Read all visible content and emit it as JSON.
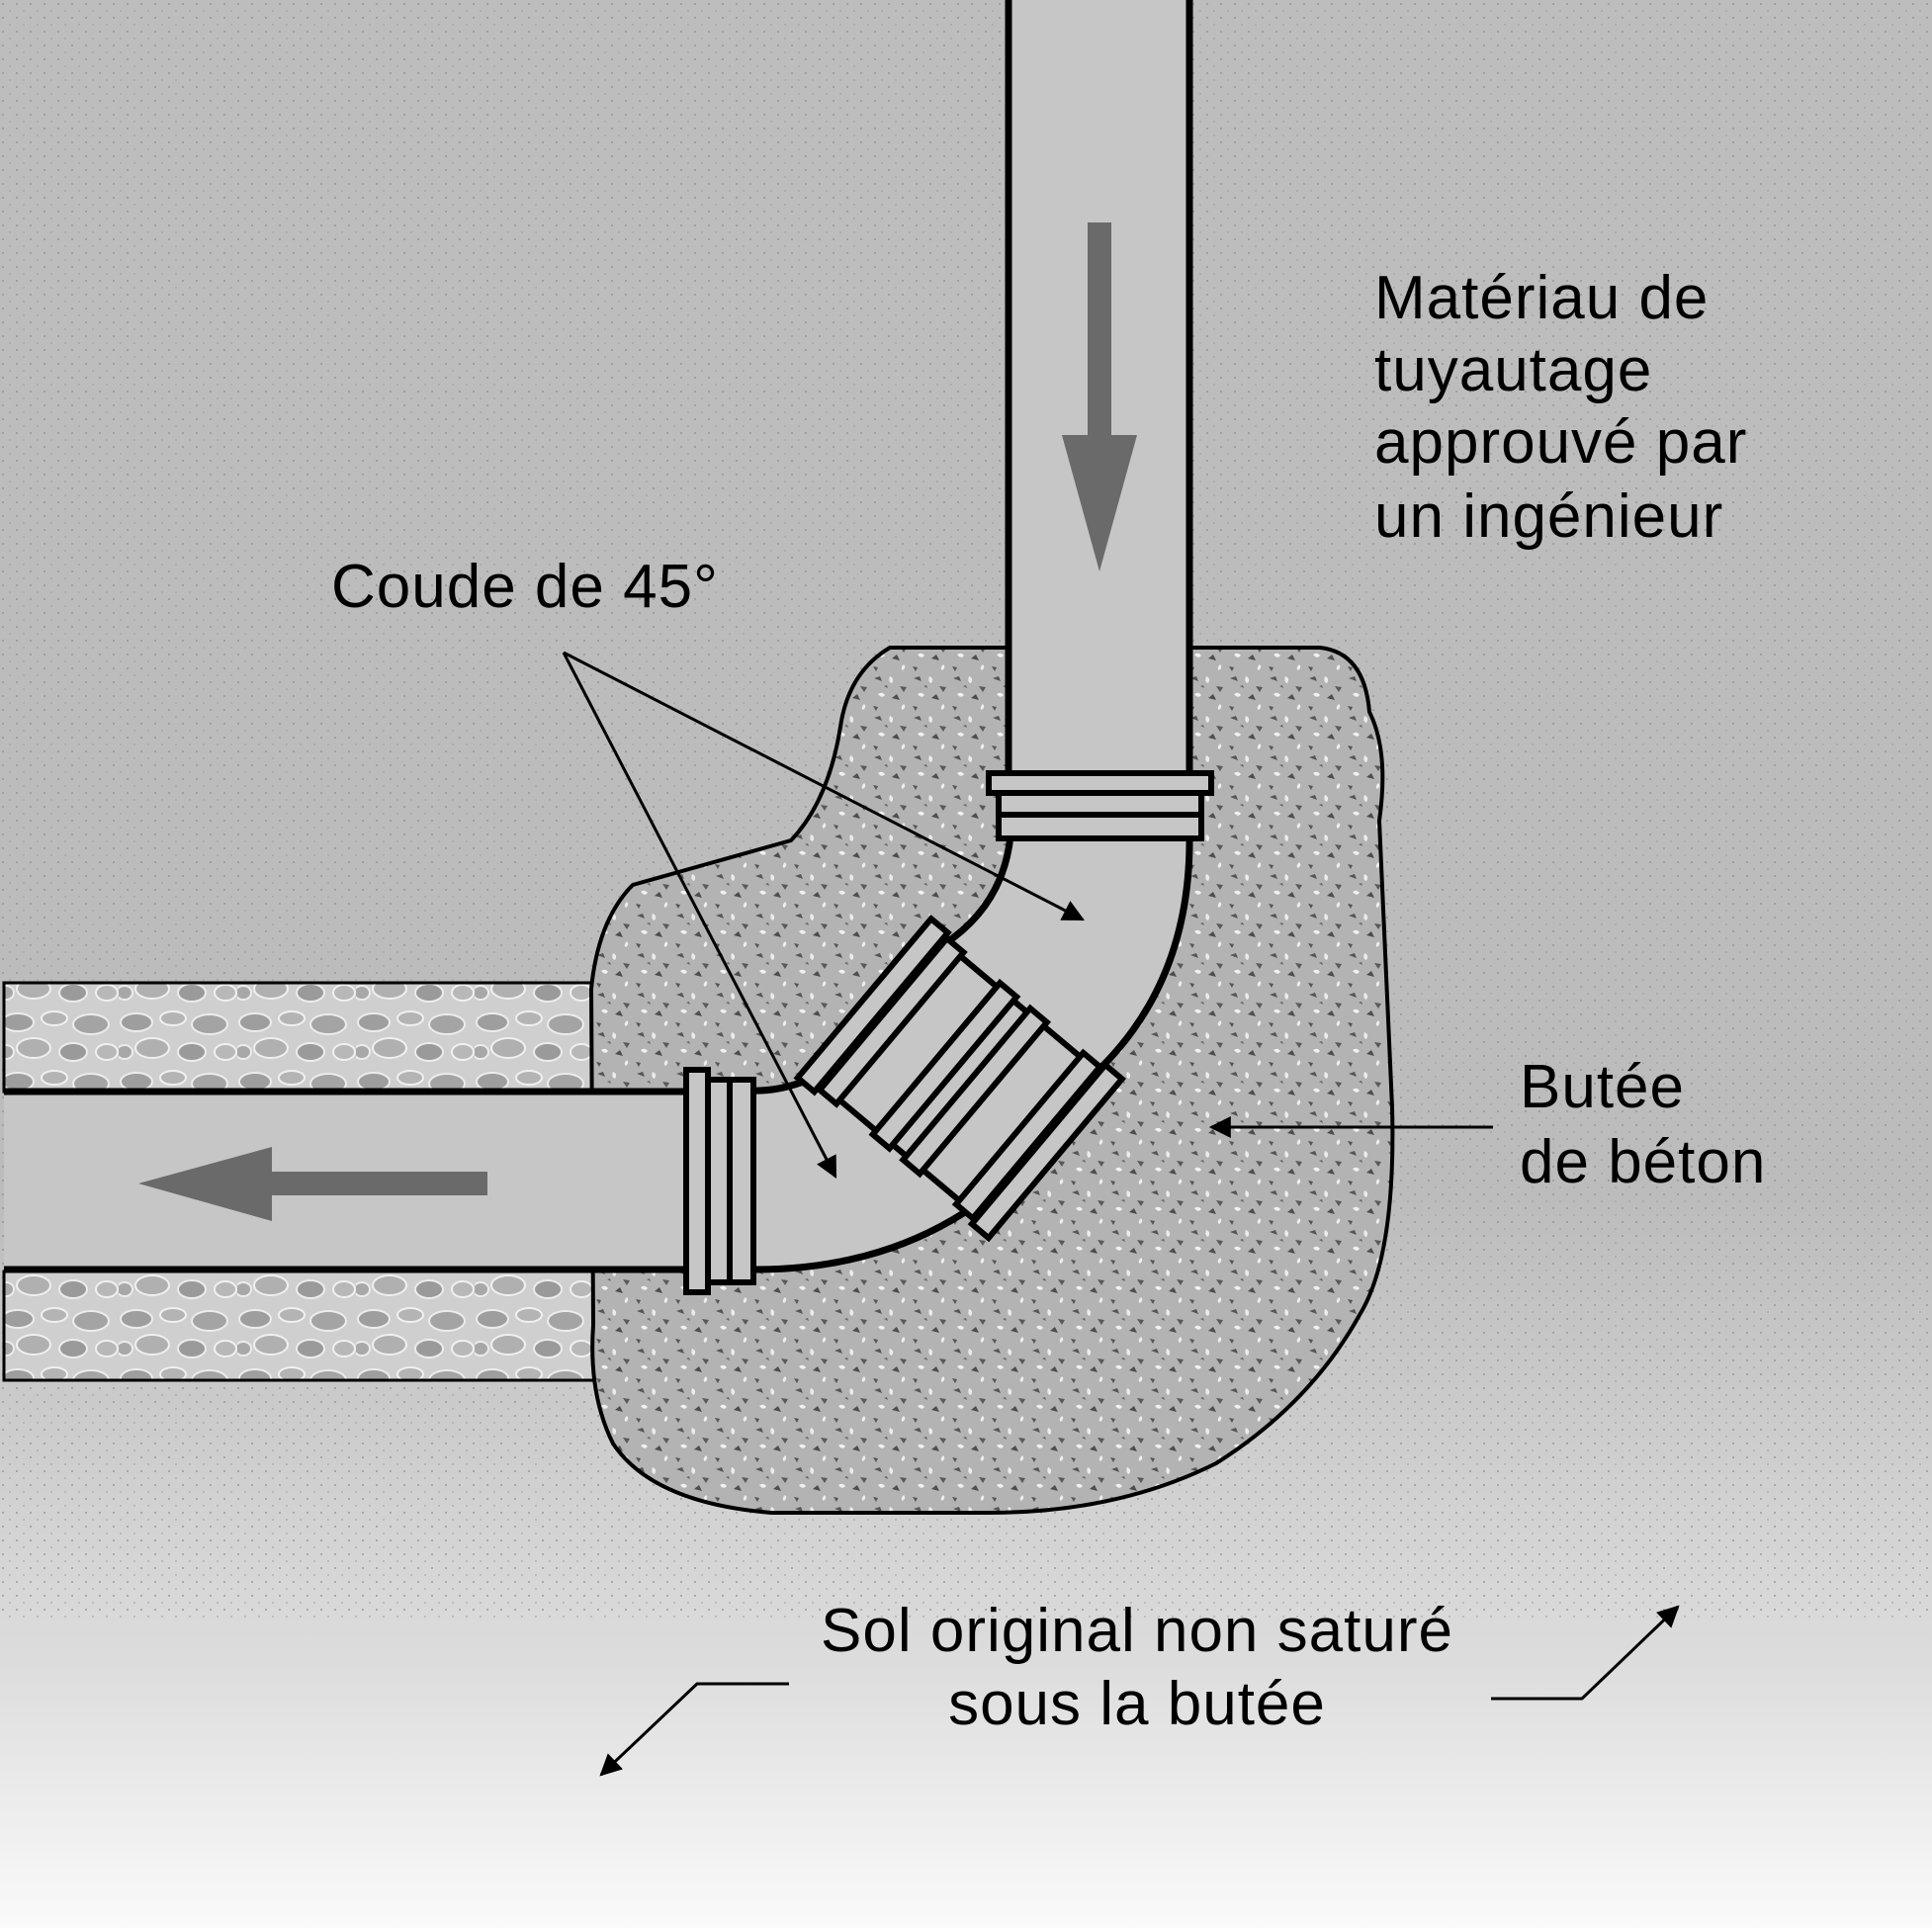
{
  "labels": {
    "pipe_material": [
      "Matériau de",
      "tuyautage",
      "approuvé par",
      "un ingénieur"
    ],
    "elbow": "Coude de 45°",
    "thrust_block": [
      "Butée",
      "de béton"
    ],
    "soil": [
      "Sol original non saturé",
      "sous la butée"
    ]
  },
  "colors": {
    "soil": "#bdbdbd",
    "soil_light": "#f4f4f4",
    "pipe": "#c6c6c6",
    "concrete": "#b3b3b3",
    "gravel": "#cfcfcf",
    "flow_arrow": "#6a6a6a",
    "outline": "#000000"
  }
}
